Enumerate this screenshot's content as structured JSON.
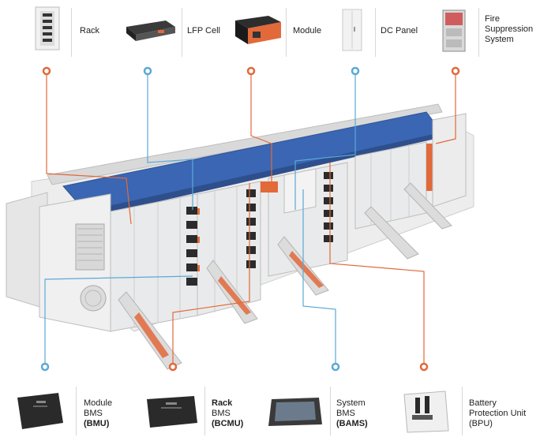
{
  "top_items": [
    {
      "label": "Rack",
      "color": "orange"
    },
    {
      "label": "LFP Cell",
      "color": "blue"
    },
    {
      "label": "Module",
      "color": "orange"
    },
    {
      "label": "DC Panel",
      "color": "blue"
    },
    {
      "label": "Fire Suppression System",
      "label_lines": [
        "Fire",
        "Suppression",
        "System"
      ],
      "color": "orange"
    }
  ],
  "bottom_items": [
    {
      "lines": [
        "Module",
        "BMS",
        "(BMU)"
      ],
      "color": "blue"
    },
    {
      "lines": [
        "Rack",
        "BMS",
        "(BCMU)"
      ],
      "color": "orange"
    },
    {
      "lines": [
        "System",
        "BMS",
        "(BAMS)"
      ],
      "color": "blue"
    },
    {
      "lines": [
        "Battery",
        "Protection Unit",
        "(BPU)"
      ],
      "color": "orange"
    }
  ],
  "colors": {
    "orange": "#e2693a",
    "blue": "#5aa9d6",
    "roof": "#3a66b3",
    "cabinet": "#e9eaeb"
  }
}
